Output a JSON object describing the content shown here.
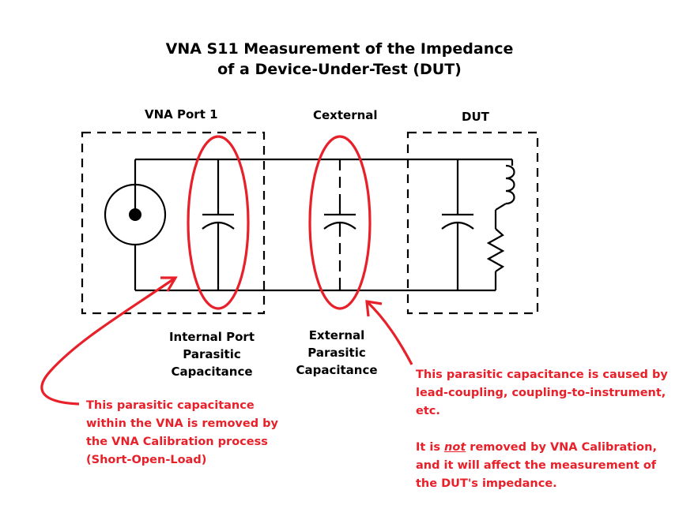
{
  "title": {
    "line1": "VNA S11 Measurement of the Impedance",
    "line2": "of a Device-Under-Test (DUT)"
  },
  "labels": {
    "vna_port": "VNA Port 1",
    "cexternal": "Cexternal",
    "dut": "DUT",
    "internal": [
      "Internal Port",
      "Parasitic",
      "Capacitance"
    ],
    "external": [
      "External",
      "Parasitic",
      "Capacitance"
    ]
  },
  "notes": {
    "left": [
      "This parasitic capacitance",
      "within the VNA is removed by",
      "the VNA Calibration process",
      "(Short-Open-Load)"
    ],
    "right": {
      "p1": [
        "This parasitic capacitance is caused by",
        "lead-coupling, coupling-to-instrument,",
        "etc."
      ],
      "p2_prefix": "It is ",
      "p2_emph": "not",
      "p2_suffix": " removed by VNA Calibration,",
      "p2_rest": [
        "and it will affect the measurement of",
        "the DUT's impedance."
      ]
    }
  },
  "colors": {
    "annotation": "#e8202a",
    "circuit": "#000000"
  }
}
